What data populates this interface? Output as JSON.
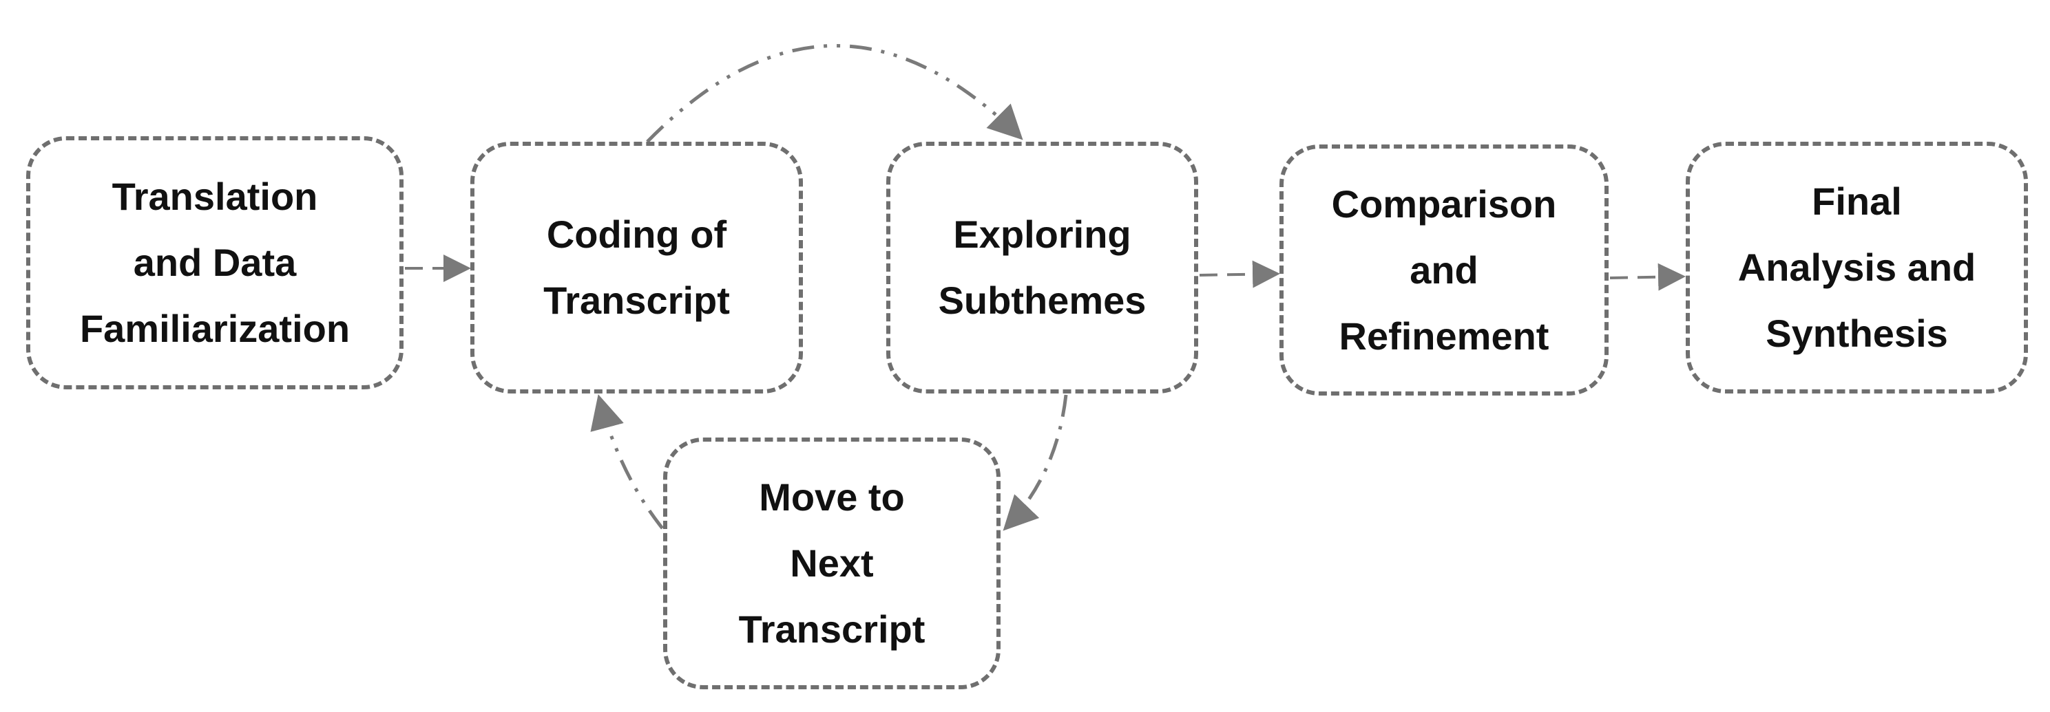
{
  "diagram": {
    "type": "flowchart",
    "colors": {
      "border": "#6f6f6f",
      "arrow": "#7a7a7a",
      "text": "#111111"
    },
    "nodes": {
      "translation": {
        "label": "Translation\nand Data\nFamiliarization"
      },
      "coding": {
        "label": "Coding of\nTranscript"
      },
      "exploring": {
        "label": "Exploring\nSubthemes"
      },
      "comparison": {
        "label": "Comparison\nand\nRefinement"
      },
      "final": {
        "label": "Final\nAnalysis and\nSynthesis"
      },
      "move": {
        "label": "Move to\nNext\nTranscript"
      }
    },
    "edges": [
      {
        "from": "translation",
        "to": "coding",
        "style": "dashed"
      },
      {
        "from": "coding",
        "to": "exploring",
        "style": "dash-dot-dot"
      },
      {
        "from": "exploring",
        "to": "move",
        "style": "dash-dot"
      },
      {
        "from": "move",
        "to": "coding",
        "style": "dash-dot-dot"
      },
      {
        "from": "exploring",
        "to": "comparison",
        "style": "dashed"
      },
      {
        "from": "comparison",
        "to": "final",
        "style": "dashed"
      }
    ]
  }
}
